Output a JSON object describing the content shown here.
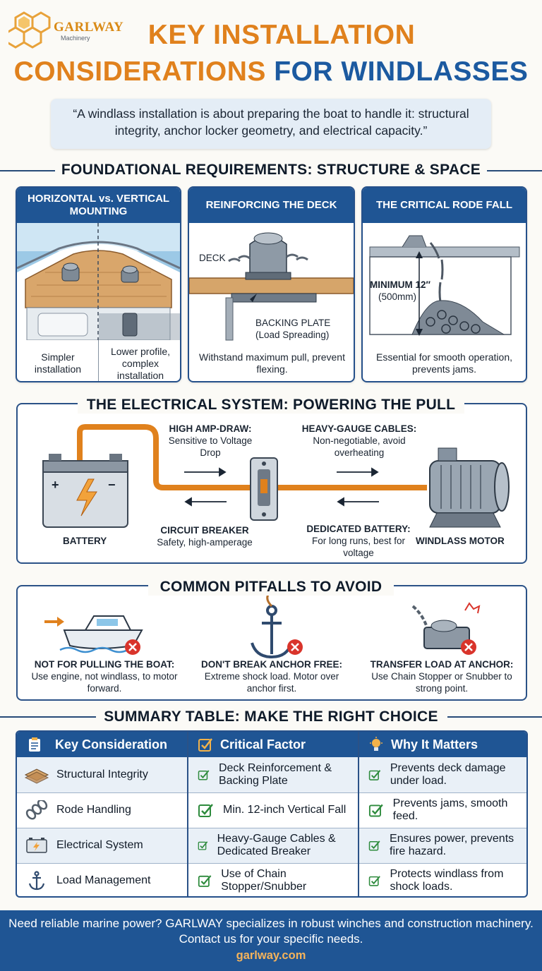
{
  "brand": {
    "name": "GARLWAY",
    "sub": "Machinery"
  },
  "title": {
    "line1": "KEY INSTALLATION",
    "line2a": "CONSIDERATIONS",
    "line2b": "FOR WINDLASSES"
  },
  "quote": "“A windlass installation is about preparing the boat to handle it: structural integrity, anchor locker geometry, and electrical capacity.”",
  "foundation": {
    "title": "FOUNDATIONAL REQUIREMENTS: STRUCTURE & SPACE",
    "cards": [
      {
        "title": "HORIZONTAL vs. VERTICAL MOUNTING",
        "left_caption": "Simpler installation",
        "right_caption": "Lower profile, complex installation"
      },
      {
        "title": "REINFORCING THE DECK",
        "deck_label": "DECK",
        "plate_label": "BACKING PLATE",
        "plate_sub": "(Load Spreading)",
        "caption": "Withstand maximum pull, prevent flexing."
      },
      {
        "title": "THE CRITICAL RODE FALL",
        "min_label": "MINIMUM 12″",
        "min_sub": "(500mm)",
        "caption": "Essential for smooth operation, prevents jams."
      }
    ]
  },
  "electrical": {
    "title": "THE ELECTRICAL SYSTEM: POWERING THE PULL",
    "battery": "BATTERY",
    "motor": "WINDLASS MOTOR",
    "amp_title": "HIGH AMP-DRAW:",
    "amp_text": "Sensitive to Voltage Drop",
    "cable_title": "HEAVY-GAUGE CABLES:",
    "cable_text": "Non-negotiable, avoid overheating",
    "breaker_title": "CIRCUIT BREAKER",
    "breaker_text": "Safety, high-amperage",
    "dedicated_title": "DEDICATED BATTERY:",
    "dedicated_text": "For long runs, best for voltage"
  },
  "pitfalls": {
    "title": "COMMON PITFALLS TO AVOID",
    "items": [
      {
        "title": "NOT FOR PULLING THE BOAT:",
        "text": "Use engine, not windlass, to motor forward."
      },
      {
        "title": "DON'T BREAK ANCHOR FREE:",
        "text": "Extreme shock load. Motor over anchor first."
      },
      {
        "title": "TRANSFER LOAD AT ANCHOR:",
        "text": "Use Chain Stopper or Snubber to strong point."
      }
    ]
  },
  "summary": {
    "title": "SUMMARY TABLE: MAKE THE RIGHT CHOICE",
    "headers": [
      "Key Consideration",
      "Critical Factor",
      "Why It Matters"
    ],
    "rows": [
      {
        "consideration": "Structural Integrity",
        "factor": "Deck Reinforcement & Backing Plate",
        "why": "Prevents deck damage under load."
      },
      {
        "consideration": "Rode Handling",
        "factor": "Min. 12-inch Vertical Fall",
        "why": "Prevents jams, smooth feed."
      },
      {
        "consideration": "Electrical System",
        "factor": "Heavy-Gauge Cables & Dedicated Breaker",
        "why": "Ensures power, prevents fire hazard."
      },
      {
        "consideration": "Load Management",
        "factor": "Use of Chain Stopper/Snubber",
        "why": "Protects windlass from shock loads."
      }
    ]
  },
  "footer": {
    "text": "Need reliable marine power? GARLWAY specializes in robust winches and construction machinery. Contact us for your specific needs.",
    "url": "garlway.com"
  },
  "colors": {
    "orange": "#e0811d",
    "navy": "#1f5594",
    "red": "#d9342b",
    "green": "#2e8b3d"
  }
}
